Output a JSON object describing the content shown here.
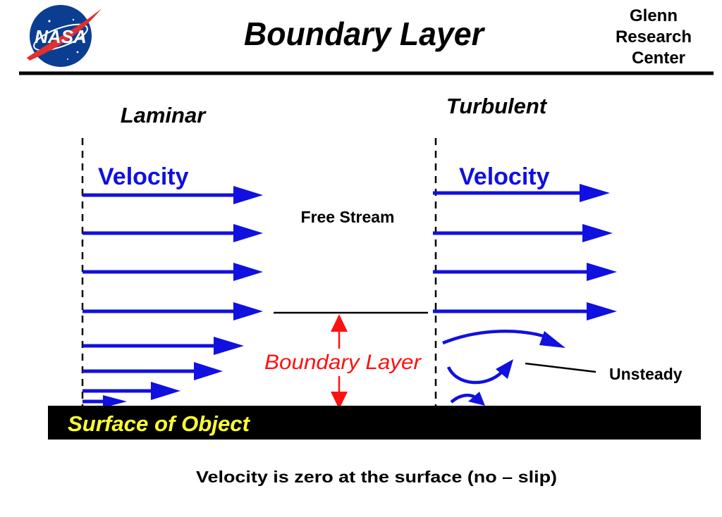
{
  "header": {
    "logo_text": "NASA",
    "title": "Boundary Layer",
    "org_lines": [
      "Glenn",
      "Research",
      "Center"
    ]
  },
  "laminar": {
    "heading": "Laminar",
    "velocity_label": "Velocity"
  },
  "turbulent": {
    "heading": "Turbulent",
    "velocity_label": "Velocity"
  },
  "free_stream_label": "Free Stream",
  "boundary_layer_label": "Boundary Layer",
  "unsteady_label": "Unsteady",
  "surface_label": "Surface of Object",
  "caption": "Velocity is zero at the surface (no – slip)",
  "colors": {
    "arrow": "#1010e0",
    "boundary": "#ff1010",
    "surface": "#000000",
    "surface_text": "#ffff33",
    "text": "#000000"
  }
}
